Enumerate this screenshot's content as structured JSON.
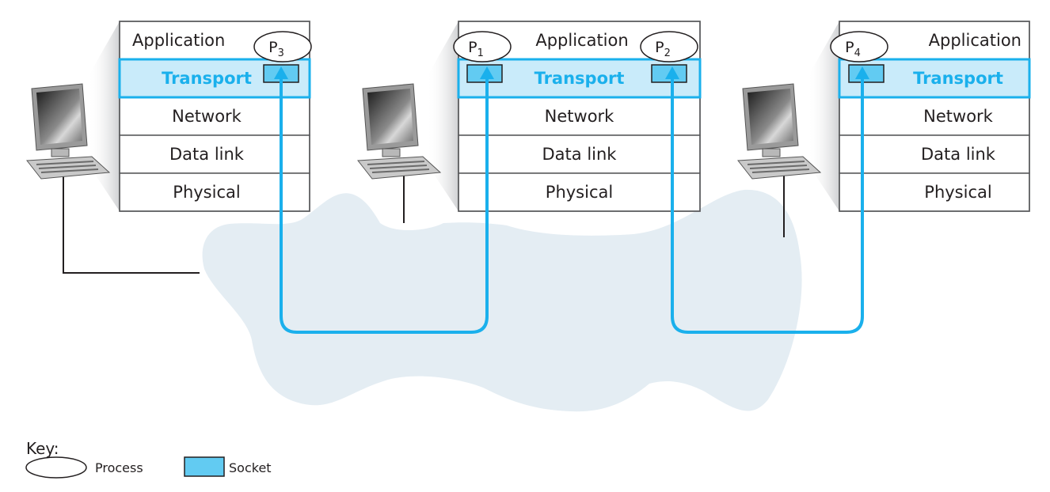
{
  "layers": [
    "Application",
    "Transport",
    "Network",
    "Data link",
    "Physical"
  ],
  "hosts": [
    {
      "name": "host-left",
      "processes": [
        {
          "label": "P",
          "sub": "3"
        }
      ]
    },
    {
      "name": "host-middle",
      "processes": [
        {
          "label": "P",
          "sub": "1"
        },
        {
          "label": "P",
          "sub": "2"
        }
      ]
    },
    {
      "name": "host-right",
      "processes": [
        {
          "label": "P",
          "sub": "4"
        }
      ]
    }
  ],
  "connections": [
    {
      "from": "P3",
      "to": "P1"
    },
    {
      "from": "P2",
      "to": "P4"
    }
  ],
  "key": {
    "title": "Key:",
    "process_label": "Process",
    "socket_label": "Socket"
  },
  "colors": {
    "accent": "#1ab0ec",
    "transport_fill": "#c9ebfa",
    "socket_fill": "#62cbf2",
    "cloud": "#e4edf3",
    "border": "#58595b"
  }
}
